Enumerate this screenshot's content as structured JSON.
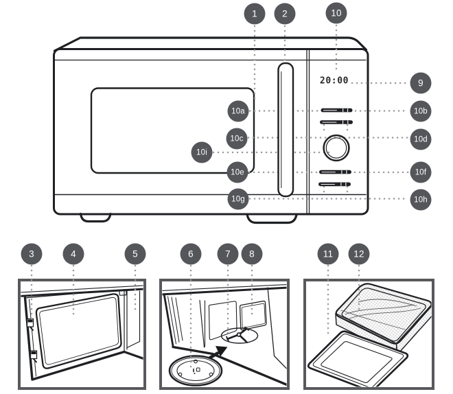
{
  "display": {
    "time": "20:00"
  },
  "callouts": {
    "c1": {
      "label": "1"
    },
    "c2": {
      "label": "2"
    },
    "c10": {
      "label": "10"
    },
    "c9": {
      "label": "9"
    },
    "c10a": {
      "label": "10a"
    },
    "c10b": {
      "label": "10b"
    },
    "c10c": {
      "label": "10c"
    },
    "c10d": {
      "label": "10d"
    },
    "c10i": {
      "label": "10i"
    },
    "c10e": {
      "label": "10e"
    },
    "c10f": {
      "label": "10f"
    },
    "c10g": {
      "label": "10g"
    },
    "c10h": {
      "label": "10h"
    },
    "c3": {
      "label": "3"
    },
    "c4": {
      "label": "4"
    },
    "c5": {
      "label": "5"
    },
    "c6": {
      "label": "6"
    },
    "c7": {
      "label": "7"
    },
    "c8": {
      "label": "8"
    },
    "c11": {
      "label": "11"
    },
    "c12": {
      "label": "12"
    }
  },
  "colors": {
    "callout_bg": "#54565a",
    "line": "#1f2023",
    "dotted_line": "#9c9c9c",
    "panel_frame": "#58595c",
    "background": "#ffffff"
  }
}
